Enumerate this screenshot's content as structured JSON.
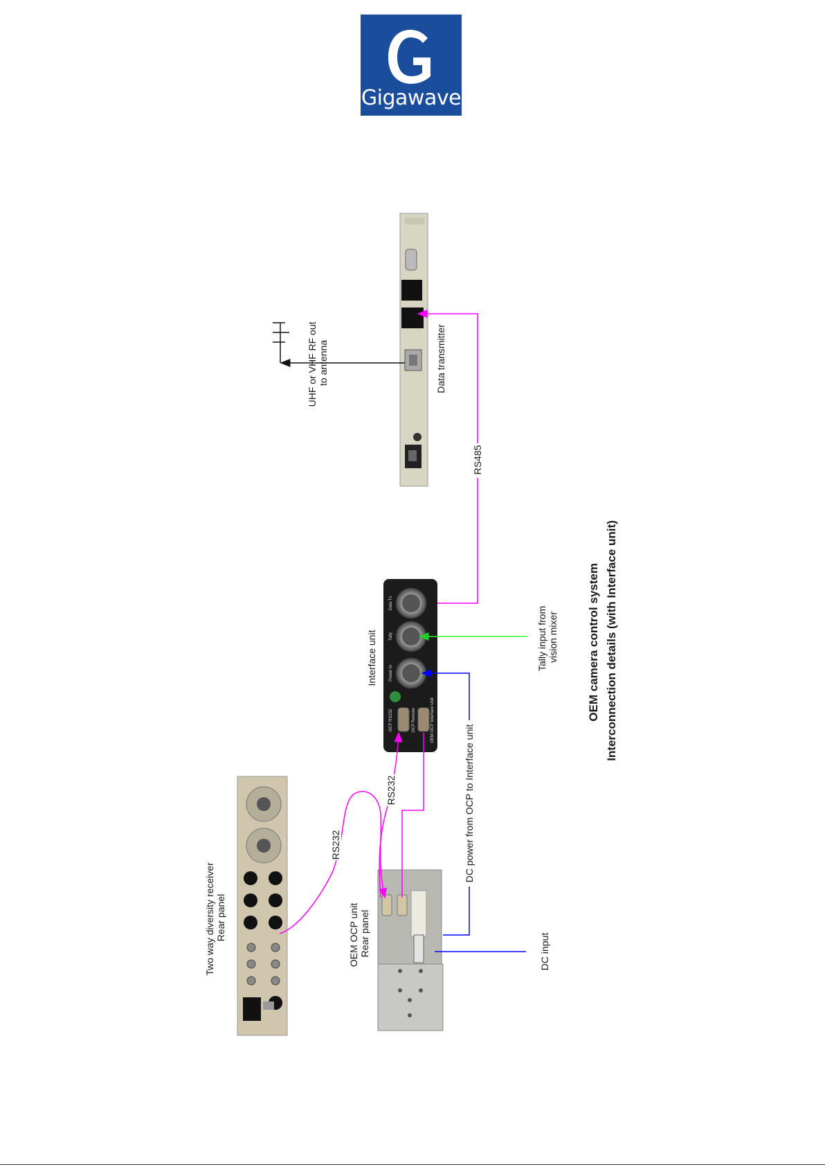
{
  "logo": {
    "letter": "G",
    "name": "Gigawave",
    "color": "#1a4d9c"
  },
  "title": {
    "line1": "OEM camera control system",
    "line2": "Interconnection details (with Interface unit)"
  },
  "devices": {
    "data_transmitter": {
      "label": "Data transmitter"
    },
    "interface_unit": {
      "label": "Interface unit",
      "ports": [
        "OCP RS232",
        "OCP Remote",
        "OEM OCP Interface Unit",
        "Power In",
        "Tally",
        "Data Tx"
      ]
    },
    "receiver": {
      "label_line1": "Two way diversity receiver",
      "label_line2": "Rear panel"
    },
    "ocp_unit": {
      "label_line1": "OEM OCP unit",
      "label_line2": "Rear panel"
    }
  },
  "connections": {
    "rf_out": {
      "line1": "UHF or VHF RF out",
      "line2": "to antenna"
    },
    "rs485": "RS485",
    "rs232_a": "RS232",
    "rs232_b": "RS232",
    "tally": {
      "line1": "Tally input from",
      "line2": "vision mixer"
    },
    "dc_power": "DC power from OCP to Interface unit",
    "dc_input": "DC input"
  },
  "colors": {
    "rs485": "#ff00ff",
    "rs232": "#ff00ff",
    "tally": "#33ee33",
    "dc": "#0000ff"
  }
}
